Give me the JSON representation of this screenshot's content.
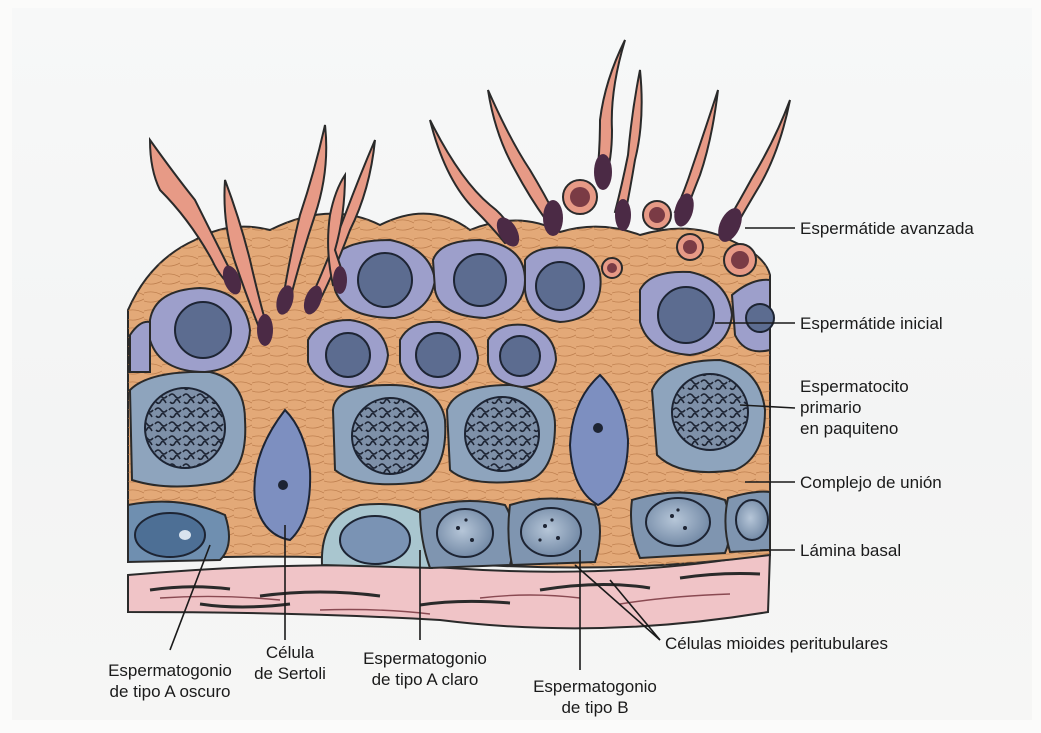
{
  "labels": {
    "espermatide_avanzada": "Espermátide avanzada",
    "espermatide_inicial": "Espermátide inicial",
    "espermatocito": [
      "Espermatocito",
      "primario",
      "en paquiteno"
    ],
    "complejo_union": "Complejo de unión",
    "lamina_basal": "Lámina basal",
    "celulas_mioides": "Células mioides peritubulares",
    "espermatogonio_a_oscuro": [
      "Espermatogonio",
      "de tipo A oscuro"
    ],
    "celula_sertoli": [
      "Célula",
      "de Sertoli"
    ],
    "espermatogonio_a_claro": [
      "Espermatogonio",
      "de tipo A claro"
    ],
    "espermatogonio_b": [
      "Espermatogonio",
      "de tipo B"
    ]
  },
  "colors": {
    "sertoli": "#e3a978",
    "sertoli_dark": "#b8774a",
    "spermatid_pink": "#e79a86",
    "spermatid_head": "#4b2a45",
    "early_spermatid": "#9d9fcb",
    "early_spermatid_nucleus": "#5c6c90",
    "spermatocyte": "#8ea4bd",
    "spermatocyte_nucleus": "#7e90a8",
    "spermatogonia": "#7f95b0",
    "lamina": "#f0c4c7",
    "line": "#2a2a2a"
  }
}
